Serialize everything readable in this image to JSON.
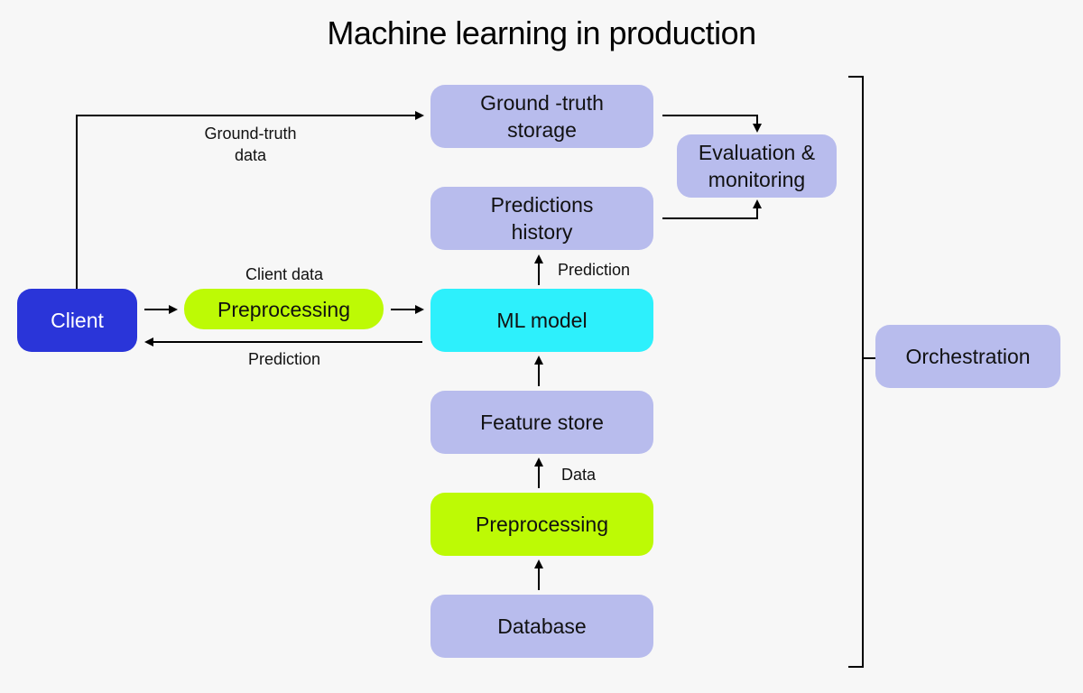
{
  "title": "Machine learning in production",
  "colors": {
    "background": "#f7f7f7",
    "client": "#2a35d9",
    "preprocessing": "#bdfa05",
    "ml_model": "#2df0fc",
    "storage": "#b8bced",
    "line": "#000000"
  },
  "nodes": {
    "client": "Client",
    "preprocessing_client": "Preprocessing",
    "ml_model": "ML model",
    "ground_truth_storage": "Ground -truth storage",
    "predictions_history": "Predictions history",
    "evaluation_monitoring": "Evaluation & monitoring",
    "feature_store": "Feature store",
    "preprocessing_db": "Preprocessing",
    "database": "Database",
    "orchestration": "Orchestration"
  },
  "edge_labels": {
    "ground_truth_data": "Ground-truth data",
    "client_data": "Client data",
    "prediction_to_client": "Prediction",
    "prediction_to_history": "Prediction",
    "data": "Data"
  }
}
